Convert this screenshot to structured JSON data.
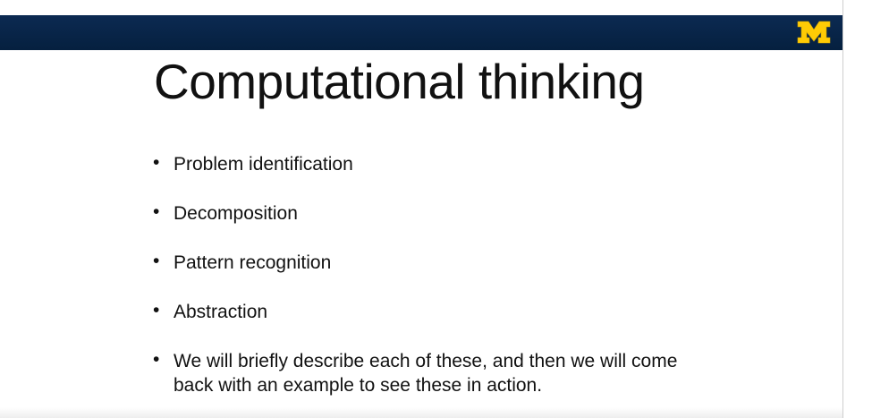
{
  "slide": {
    "title": "Computational thinking",
    "bullets": [
      "Problem identification",
      "Decomposition",
      "Pattern recognition",
      "Abstraction",
      "We will briefly describe each of these, and then we will come back with an example to see these in action."
    ]
  },
  "brand": {
    "logo_icon": "block-m-logo",
    "logo_text": "M",
    "header_color": "#0a2750",
    "logo_color": "#ffcb05"
  }
}
